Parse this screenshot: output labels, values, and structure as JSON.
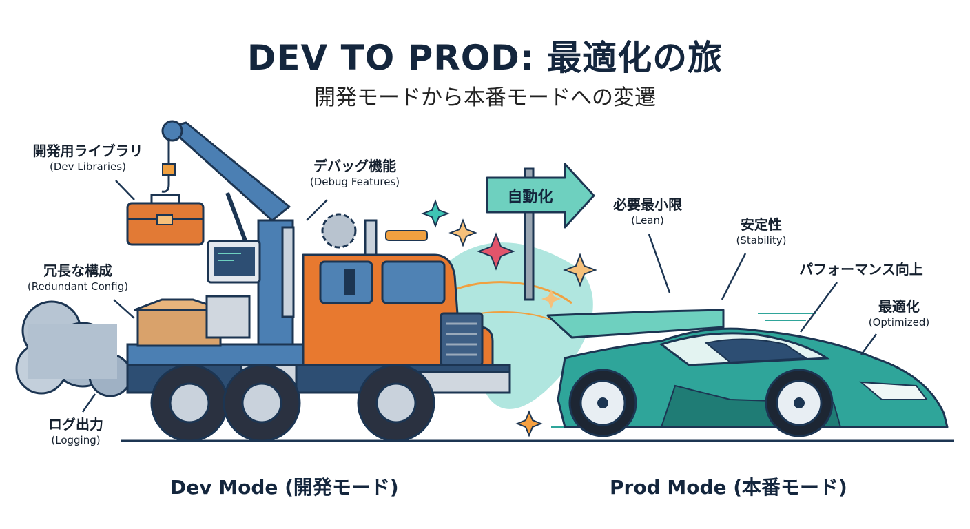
{
  "header": {
    "title": "DEV TO PROD: 最適化の旅",
    "subtitle": "開発モードから本番モードへの変遷"
  },
  "sign": {
    "label": "自動化"
  },
  "dev": {
    "mode_label": "Dev Mode (開発モード)",
    "labels": {
      "libraries": {
        "jp": "開発用ライブラリ",
        "en": "(Dev Libraries)"
      },
      "debug": {
        "jp": "デバッグ機能",
        "en": "(Debug Features)"
      },
      "redundant": {
        "jp": "冗長な構成",
        "en": "(Redundant Config)"
      },
      "logging": {
        "jp": "ログ出力",
        "en": "(Logging)"
      }
    }
  },
  "prod": {
    "mode_label": "Prod Mode (本番モード)",
    "labels": {
      "lean": {
        "jp": "必要最小限",
        "en": "(Lean)"
      },
      "stability": {
        "jp": "安定性",
        "en": "(Stability)"
      },
      "performance": {
        "jp": "パフォーマンス向上"
      },
      "optimized": {
        "jp": "最適化",
        "en": "(Optimized)"
      }
    }
  },
  "colors": {
    "navy": "#1c3552",
    "truck_orange": "#e8792f",
    "crane_blue": "#4b7fb3",
    "car_teal": "#2fa59a",
    "toolbox": "#e27a35",
    "smoke": "#9fb1c4",
    "spark_teal": "#3ec4b4"
  }
}
